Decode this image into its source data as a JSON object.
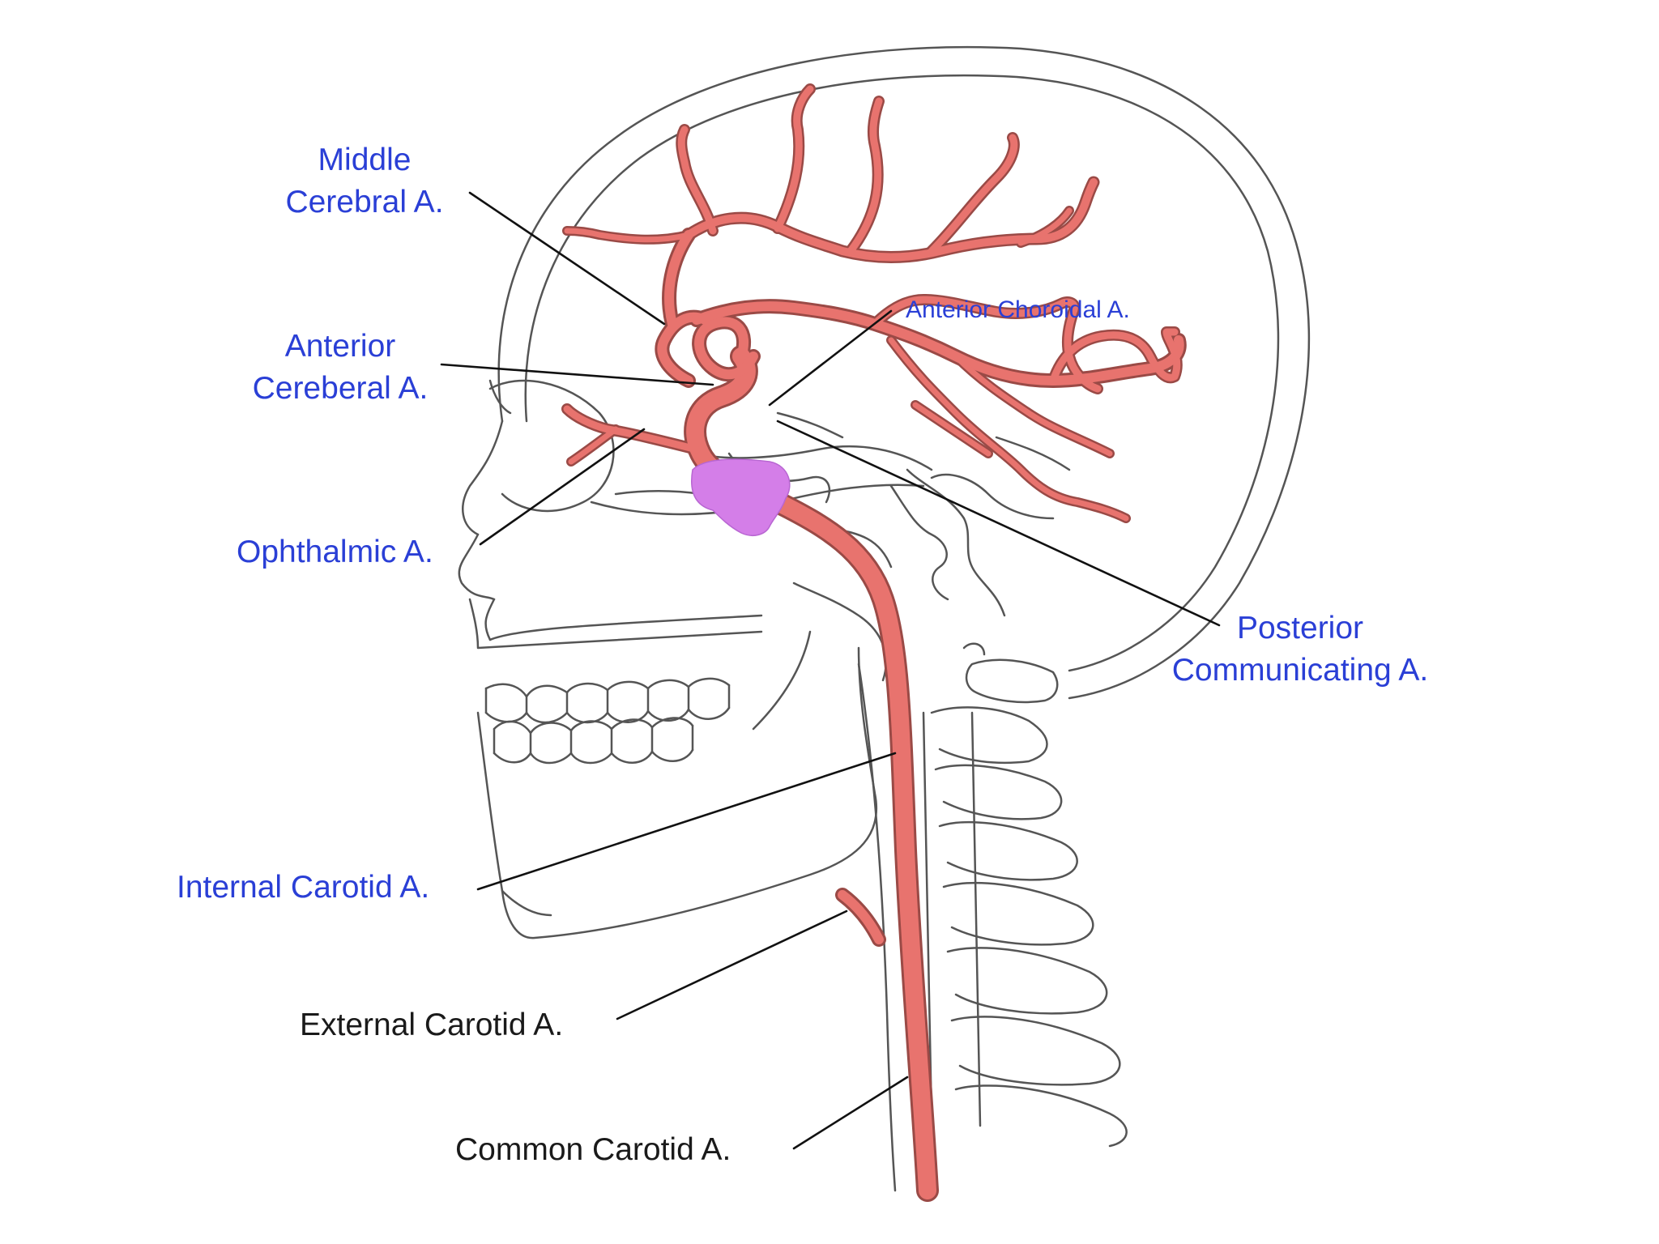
{
  "diagram": {
    "labels": {
      "middle_cerebral": [
        "Middle",
        "Cerebral A."
      ],
      "anterior_cerebral": [
        "Anterior",
        "Cereberal A."
      ],
      "ophthalmic": "Ophthalmic A.",
      "internal_carotid": "Internal Carotid A.",
      "external_carotid": "External Carotid A.",
      "common_carotid": "Common Carotid A.",
      "anterior_choroidal": "Anterior Choroidal A.",
      "posterior_communicating": [
        "Posterior",
        "Communicating A."
      ]
    },
    "colors": {
      "artery": "#e8736e",
      "artery_outline": "#9a4a46",
      "highlight": "#d47ee8",
      "skull_line": "#555555",
      "leader_line": "#111111",
      "label_blue": "#2a3fd6",
      "label_black": "#1a1a1a"
    }
  }
}
